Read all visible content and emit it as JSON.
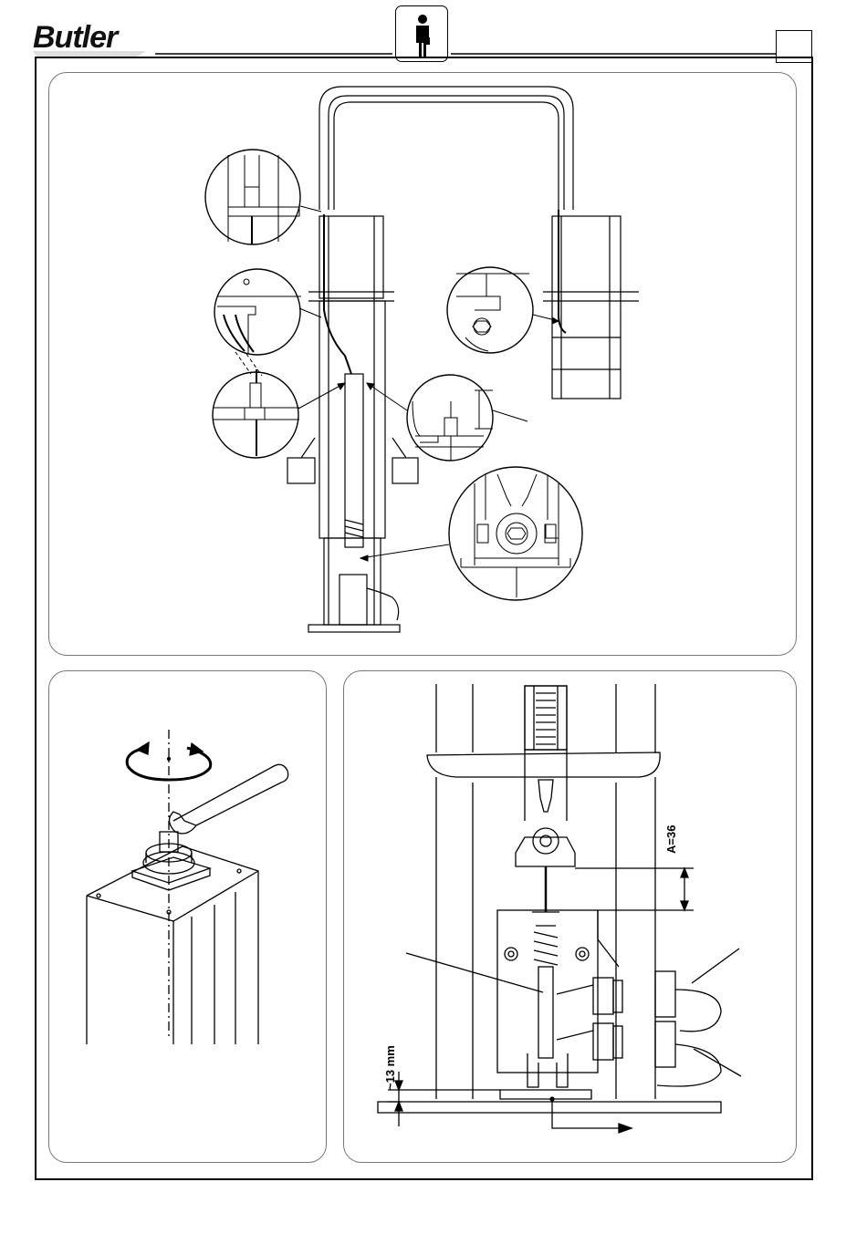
{
  "header": {
    "brand": "Butler",
    "page_number": "",
    "icon": "person-icon"
  },
  "bottom_right_figure": {
    "dimension_a": "A=36",
    "dimension_height": "~13 mm"
  },
  "colors": {
    "line": "#000000",
    "panel_border": "#777777",
    "background": "#ffffff"
  }
}
